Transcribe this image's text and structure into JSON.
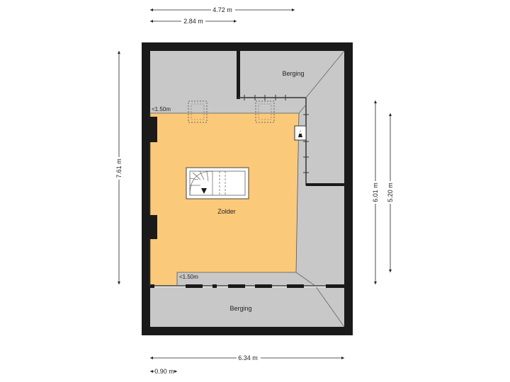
{
  "dimensions": {
    "top_outer": "4.72 m",
    "top_inner": "2.84 m",
    "left_height": "7.61 m",
    "right_outer": "6.01 m",
    "right_inner": "5.20 m",
    "bottom_width": "6.34 m",
    "bottom_small": "0.90 m"
  },
  "rooms": {
    "attic": "Zolder",
    "storage_top": "Berging",
    "storage_bottom": "Berging"
  },
  "height_notes": {
    "upper": "<1.50m",
    "lower": "<1.50m"
  },
  "icons": {
    "stair": "staircase-icon",
    "chimney": "chimney-icon",
    "skylight": "skylight-icon"
  },
  "colors": {
    "wall": "#1a1a1a",
    "attic_floor": "#fbc97a",
    "low_area": "#c8c8c8",
    "background": "#ffffff"
  }
}
